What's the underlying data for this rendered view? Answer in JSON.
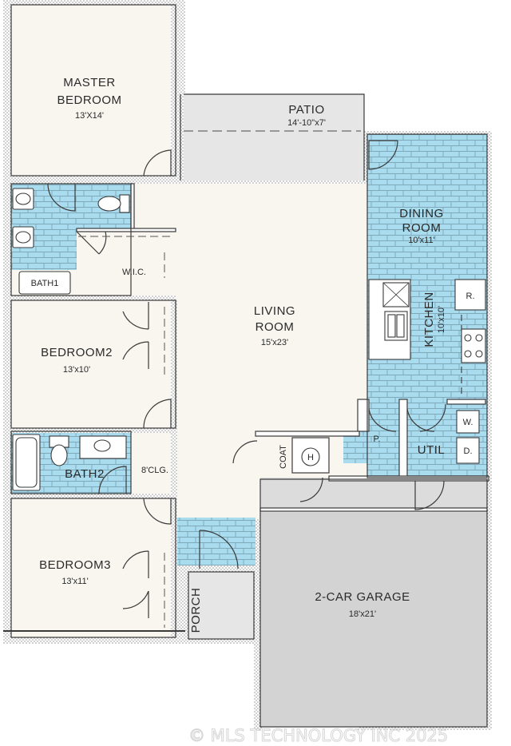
{
  "rooms": {
    "master_bedroom": {
      "line1": "MASTER",
      "line2": "BEDROOM",
      "dim": "13'X14'"
    },
    "patio": {
      "name": "PATIO",
      "dim": "14'-10\"x7'"
    },
    "dining": {
      "line1": "DINING",
      "line2": "ROOM",
      "dim": "10'x11'"
    },
    "bath1": {
      "name": "BATH1"
    },
    "wic": {
      "name": "W.I.C."
    },
    "living": {
      "line1": "LIVING",
      "line2": "ROOM",
      "dim": "15'x23'"
    },
    "kitchen": {
      "name": "KITCHEN",
      "dim": "10'x10'"
    },
    "bedroom2": {
      "name": "BEDROOM2",
      "dim": "13'x10'"
    },
    "bath2": {
      "name": "BATH2"
    },
    "closet": {
      "name": "8'CLG."
    },
    "pantry": {
      "name": "P."
    },
    "coat": {
      "name": "COAT"
    },
    "heater": {
      "name": "H"
    },
    "util": {
      "name": "UTIL"
    },
    "bedroom3": {
      "name": "BEDROOM3",
      "dim": "13'x11'"
    },
    "porch": {
      "name": "PORCH"
    },
    "garage": {
      "name": "2-CAR  GARAGE",
      "dim": "18'x21'"
    }
  },
  "appliances": {
    "refrigerator": "R.",
    "washer": "W.",
    "dryer": "D."
  },
  "watermark": "© MLS TECHNOLOGY INC 2025",
  "colors": {
    "tile": "#a9dcee",
    "floor": "#f8f6ef",
    "garage": "#d3d3d3",
    "wall": "#3a3a3a"
  }
}
